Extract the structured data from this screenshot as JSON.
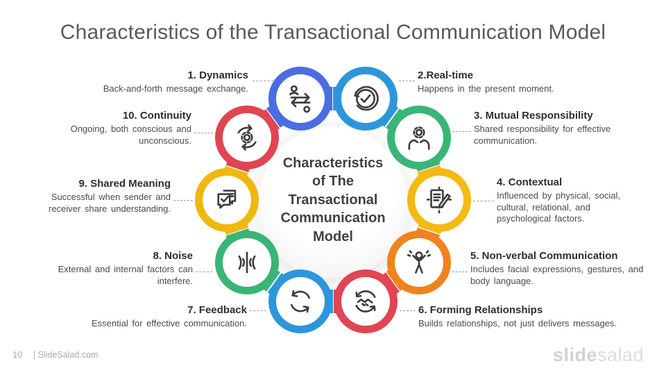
{
  "slide": {
    "title": "Characteristics of the Transactional Communication Model",
    "center_text": "Characteristics\nof The\nTransactional\nCommunication\nModel"
  },
  "items": [
    {
      "label": "1. Dynamics",
      "description": "Back-and-forth message exchange.",
      "color": "#4a6de1",
      "icon": "people-exchange-icon"
    },
    {
      "label": "2.Real-time",
      "description": "Happens in the present moment.",
      "color": "#2d96da",
      "icon": "clock-check-icon"
    },
    {
      "label": "3. Mutual Responsibility",
      "description": "Shared responsibility for effective communication.",
      "color": "#3ab577",
      "icon": "hands-gear-icon"
    },
    {
      "label": "4. Contextual",
      "description": "Influenced by physical, social, cultural, relational, and psychological factors.",
      "color": "#f5b914",
      "icon": "document-pencil-icon"
    },
    {
      "label": "5. Non-verbal Communication",
      "description": "Includes facial expressions, gestures, and body language.",
      "color": "#ef831f",
      "icon": "excited-person-icon"
    },
    {
      "label": "6. Forming Relationships",
      "description": "Builds relationships, not just delivers messages.",
      "color": "#e04553",
      "icon": "handshake-cycle-icon"
    },
    {
      "label": "7. Feedback",
      "description": "Essential for effective communication.",
      "color": "#2d96da",
      "icon": "cycle-arrows-icon"
    },
    {
      "label": "8. Noise",
      "description": "External and internal factors can interfere.",
      "color": "#3ab577",
      "icon": "sound-waves-icon"
    },
    {
      "label": "9. Shared Meaning",
      "description": "Successful when sender and receiver share understanding.",
      "color": "#f0b70e",
      "icon": "chat-check-icon"
    },
    {
      "label": "10. Continuity",
      "description": "Ongoing, both conscious and unconscious.",
      "color": "#e04553",
      "icon": "gear-cycle-icon"
    }
  ],
  "footer": {
    "page_number": "10",
    "source": "| SlideSalad.com",
    "logo_bold": "slide",
    "logo_light": "salad"
  }
}
